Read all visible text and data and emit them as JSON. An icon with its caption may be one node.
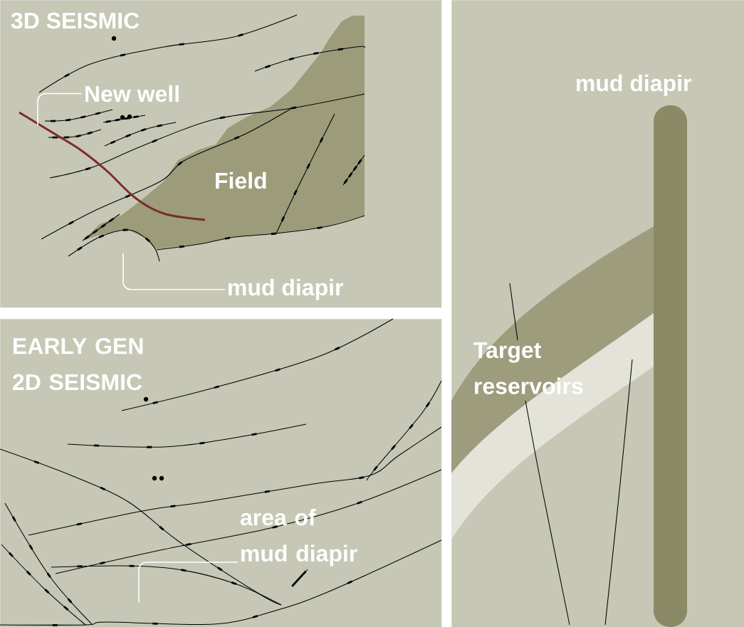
{
  "diagram": {
    "nodes": [
      {
        "text": [
          "3D SEISMIC"
        ]
      },
      {
        "text": [
          "New well"
        ],
        "in": 0
      },
      {
        "text": [],
        "shape": "line",
        "in": 0
      },
      {
        "text": [
          "Field"
        ],
        "in": 0
      },
      {
        "text": [
          "mud diapir"
        ],
        "in": 0
      },
      {
        "text": [
          "EARLY GEN 2D SEISMIC"
        ]
      },
      {
        "text": [
          "area of mud diapir"
        ],
        "in": 5
      },
      {
        "text": [],
        "shape": "box"
      },
      {
        "text": [
          "mud diapir"
        ],
        "in": 7
      },
      {
        "text": [
          "Target reservoirs"
        ],
        "in": 7
      }
    ],
    "edges": [
      {
        "from": 1,
        "to": 2,
        "arrow": "none"
      },
      {
        "from": 4,
        "to": null,
        "arrow": "none"
      },
      {
        "from": 6,
        "to": null,
        "arrow": "none"
      }
    ]
  }
}
